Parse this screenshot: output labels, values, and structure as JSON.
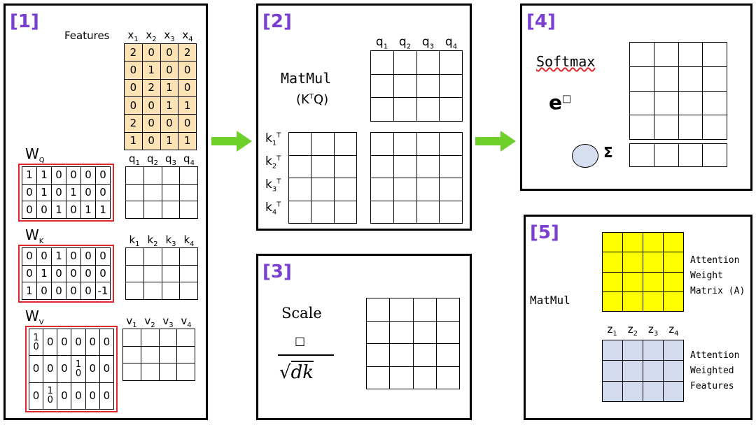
{
  "panel1": {
    "title": "[1]",
    "features_label": "Features",
    "x_headers": [
      "x",
      "x",
      "x",
      "x"
    ],
    "x_subs": [
      "1",
      "2",
      "3",
      "4"
    ],
    "features": [
      [
        "2",
        "0",
        "0",
        "2"
      ],
      [
        "0",
        "1",
        "0",
        "0"
      ],
      [
        "0",
        "2",
        "1",
        "0"
      ],
      [
        "0",
        "0",
        "1",
        "1"
      ],
      [
        "2",
        "0",
        "0",
        "0"
      ],
      [
        "1",
        "0",
        "1",
        "1"
      ]
    ],
    "wq_label": "W",
    "wq_sub": "Q",
    "wq": [
      [
        "1",
        "1",
        "0",
        "0",
        "0",
        "0"
      ],
      [
        "0",
        "1",
        "0",
        "1",
        "0",
        "0"
      ],
      [
        "0",
        "0",
        "1",
        "0",
        "1",
        "1"
      ]
    ],
    "q_headers": [
      "q",
      "q",
      "q",
      "q"
    ],
    "q_subs": [
      "1",
      "2",
      "3",
      "4"
    ],
    "wk_label": "W",
    "wk_sub": "K",
    "wk": [
      [
        "0",
        "0",
        "1",
        "0",
        "0",
        "0"
      ],
      [
        "0",
        "1",
        "0",
        "0",
        "0",
        "0"
      ],
      [
        "1",
        "0",
        "0",
        "0",
        "0",
        "-1"
      ]
    ],
    "k_headers": [
      "k",
      "k",
      "k",
      "k"
    ],
    "k_subs": [
      "1",
      "2",
      "3",
      "4"
    ],
    "wv_label": "W",
    "wv_sub": "V",
    "wv": [
      [
        [
          "1",
          "0"
        ],
        "0",
        "0",
        "0",
        "0",
        "0"
      ],
      [
        "0",
        "0",
        "0",
        [
          "1",
          "0"
        ],
        "0",
        "0"
      ],
      [
        "0",
        [
          "1",
          "0"
        ],
        "0",
        "0",
        "0",
        "0"
      ]
    ],
    "v_headers": [
      "v",
      "v",
      "v",
      "v"
    ],
    "v_subs": [
      "1",
      "2",
      "3",
      "4"
    ]
  },
  "panel2": {
    "title": "[2]",
    "q_headers": [
      "q",
      "q",
      "q",
      "q"
    ],
    "q_subs": [
      "1",
      "2",
      "3",
      "4"
    ],
    "matmul_label": "MatMul",
    "ktq_label_k": "(K",
    "ktq_label_t": "T",
    "ktq_label_q": "Q)",
    "k_rows": [
      "k",
      "k",
      "k",
      "k"
    ],
    "k_subs": [
      "1",
      "2",
      "3",
      "4"
    ],
    "k_sup": "T"
  },
  "panel3": {
    "title": "[3]",
    "scale_label": "Scale",
    "box_symbol": "□",
    "sqrt_symbol": "√",
    "dk_label": "dk"
  },
  "panel4": {
    "title": "[4]",
    "softmax_label": "Softmax",
    "e_label": "e",
    "e_box": "□",
    "sigma_label": "Σ"
  },
  "panel5": {
    "title": "[5]",
    "matmul_label": "MatMul",
    "attention_weight_label": [
      "Attention",
      "Weight",
      "Matrix (A)"
    ],
    "z_headers": [
      "z",
      "z",
      "z",
      "z"
    ],
    "z_subs": [
      "1",
      "2",
      "3",
      "4"
    ],
    "attention_features_label": [
      "Attention",
      "Weighted",
      "Features"
    ]
  },
  "colors": {
    "title_purple": "#7a3fd1",
    "features_fill": "#fbe3b5",
    "red_border": "#e0282e",
    "yellow_fill": "#ffff00",
    "blue_fill": "#d3dcee",
    "arrow_green": "#6fcf2a",
    "circle_fill": "#d6dff0"
  }
}
